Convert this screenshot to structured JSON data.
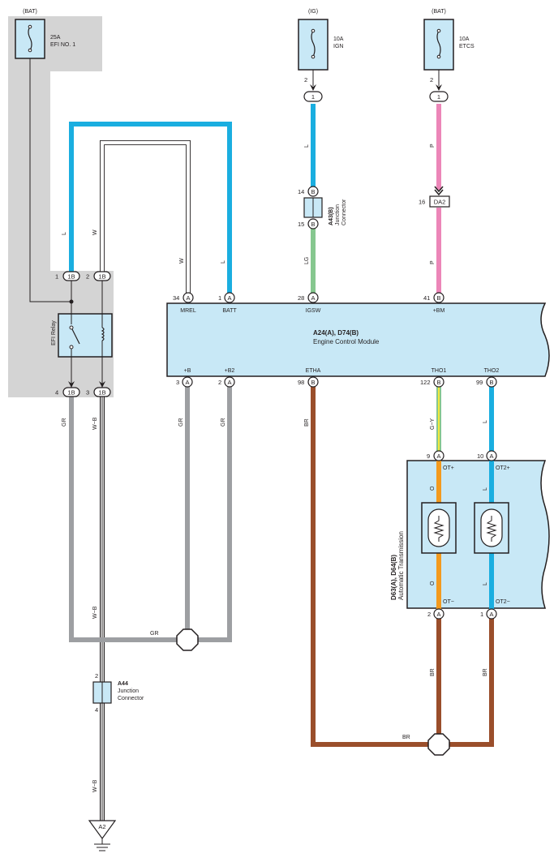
{
  "fuses": [
    {
      "source": "(BAT)",
      "rating": "25A",
      "name": "EFI NO. 1"
    },
    {
      "source": "(IG)",
      "rating": "10A",
      "name": "IGN"
    },
    {
      "source": "(BAT)",
      "rating": "10A",
      "name": "ETCS"
    }
  ],
  "fuse_pins": {
    "ign": "2",
    "etcs": "2"
  },
  "inline_connectors": {
    "ign": "1",
    "etcs": "1"
  },
  "efi_relay": {
    "name": "EFI Relay",
    "connector": "1B",
    "pins": {
      "top_left": "1",
      "top_right": "2",
      "bottom_left": "4",
      "bottom_right": "3"
    }
  },
  "junction_a43": {
    "id": "A43(B)",
    "line1": "Junction",
    "line2": "Connector",
    "pin_top": "14",
    "pin_bottom": "15",
    "letter": "B"
  },
  "junction_a44": {
    "id": "A44",
    "line1": "Junction",
    "line2": "Connector",
    "pin_top": "2",
    "pin_bottom": "4"
  },
  "connector_da2": {
    "label": "DA2",
    "pin": "16"
  },
  "ecm": {
    "id": "A24(A), D74(B)",
    "name": "Engine Control Module",
    "top_pins": [
      {
        "pin": "34",
        "conn": "A",
        "label": "MREL"
      },
      {
        "pin": "1",
        "conn": "A",
        "label": "BATT"
      },
      {
        "pin": "28",
        "conn": "A",
        "label": "IGSW"
      },
      {
        "pin": "41",
        "conn": "B",
        "label": "+BM"
      }
    ],
    "bottom_pins": [
      {
        "pin": "3",
        "conn": "A",
        "label": "+B"
      },
      {
        "pin": "2",
        "conn": "A",
        "label": "+B2"
      },
      {
        "pin": "98",
        "conn": "B",
        "label": "ETHA"
      },
      {
        "pin": "122",
        "conn": "B",
        "label": "THO1"
      },
      {
        "pin": "99",
        "conn": "B",
        "label": "THO2"
      }
    ]
  },
  "transmission": {
    "id": "D63(A), D64(B)",
    "name": "Automatic Transmission",
    "top_pins": [
      {
        "pin": "9",
        "conn": "A",
        "label": "OT+"
      },
      {
        "pin": "10",
        "conn": "A",
        "label": "OT2+"
      }
    ],
    "bottom_pins": [
      {
        "pin": "2",
        "conn": "A",
        "label": "OT−"
      },
      {
        "pin": "1",
        "conn": "A",
        "label": "OT2−"
      }
    ]
  },
  "ground": {
    "label": "A2"
  },
  "wire_colors": {
    "L": "L",
    "W": "W",
    "LG": "LG",
    "P": "P",
    "GR": "GR",
    "W_B": "W−B",
    "BR": "BR",
    "G_Y": "G−Y",
    "O": "O"
  },
  "colors": {
    "blue": "#1aaee0",
    "pink": "#ec86b8",
    "green": "#86c78f",
    "gray": "#9d9fa2",
    "brown": "#9a4e2b",
    "orange": "#f39a1e",
    "yellow": "#f2e93c",
    "component_fill": "#c8e8f6",
    "shade": "#d4d4d4"
  }
}
